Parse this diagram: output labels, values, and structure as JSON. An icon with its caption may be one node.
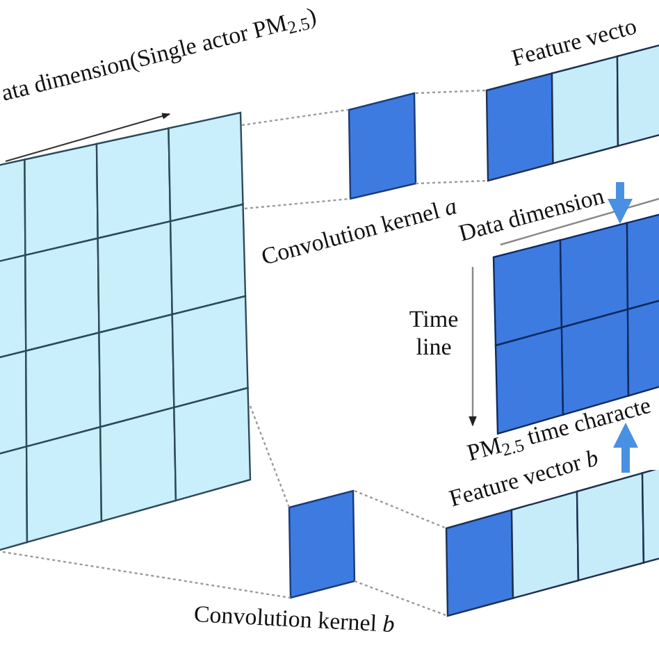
{
  "diagram": {
    "nodes": [
      {
        "text": [],
        "shape": "grid",
        "beside": [
          "ata dimension(Single actor PM$_{2.5}$)"
        ]
      },
      {
        "text": [],
        "shape": "box",
        "beside": [
          "Convolution kernel *a*"
        ]
      },
      {
        "text": [],
        "shape": "bar"
      },
      {
        "text": [],
        "shape": "grid"
      },
      {
        "text": [],
        "shape": "box",
        "beside": [
          "Convolution kernel *b*"
        ]
      },
      {
        "text": [],
        "shape": "bar"
      }
    ],
    "edges": [
      {
        "from": 0,
        "to": 1,
        "arrow": "none",
        "style": "dashed"
      },
      {
        "from": 0,
        "to": 1,
        "arrow": "none",
        "style": "dashed"
      },
      {
        "from": 1,
        "to": 2,
        "arrow": "none",
        "style": "dashed"
      },
      {
        "from": 1,
        "to": 2,
        "arrow": "none",
        "style": "dashed"
      },
      {
        "from": 0,
        "to": 4,
        "arrow": "none",
        "style": "dashed"
      },
      {
        "from": 0,
        "to": 4,
        "arrow": "none",
        "style": "dashed"
      },
      {
        "from": 4,
        "to": 5,
        "arrow": "none",
        "style": "dashed"
      },
      {
        "from": 4,
        "to": 5,
        "arrow": "none",
        "style": "dashed"
      },
      {
        "from": 2,
        "to": 3,
        "arrow": "to",
        "style": "thick",
        "color": "#4a90e2"
      },
      {
        "from": 5,
        "to": 3,
        "arrow": "to",
        "style": "thick",
        "color": "#4a90e2"
      }
    ],
    "labels": [
      "Feature vecto",
      "Data dimension",
      "Time line",
      "PM$_{2.5}$ time characte",
      "Feature vector *b*"
    ]
  }
}
